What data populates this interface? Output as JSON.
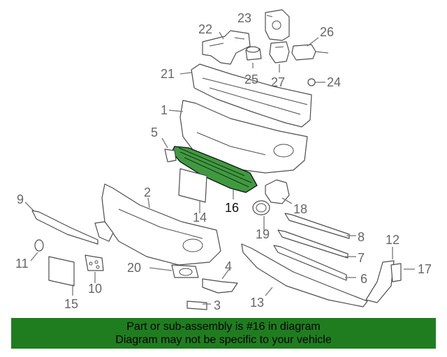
{
  "diagram": {
    "callouts": [
      "1",
      "2",
      "3",
      "4",
      "5",
      "6",
      "7",
      "8",
      "9",
      "10",
      "11",
      "12",
      "13",
      "14",
      "15",
      "16",
      "17",
      "18",
      "19",
      "20",
      "21",
      "22",
      "23",
      "24",
      "25",
      "26",
      "27"
    ],
    "highlighted_part": "16",
    "highlight_color": "#3f9a3f",
    "parts": [
      {
        "num": "1",
        "callout": "1"
      },
      {
        "num": "2",
        "callout": "2"
      },
      {
        "num": "3",
        "callout": "3"
      },
      {
        "num": "4",
        "callout": "4"
      },
      {
        "num": "5",
        "callout": "5"
      },
      {
        "num": "6",
        "callout": "6"
      },
      {
        "num": "7",
        "callout": "7"
      },
      {
        "num": "8",
        "callout": "8"
      },
      {
        "num": "9",
        "callout": "9"
      },
      {
        "num": "10",
        "callout": "10"
      },
      {
        "num": "11",
        "callout": "11"
      },
      {
        "num": "12",
        "callout": "12"
      },
      {
        "num": "13",
        "callout": "13"
      },
      {
        "num": "14",
        "callout": "14"
      },
      {
        "num": "15",
        "callout": "15"
      },
      {
        "num": "16",
        "callout": "16"
      },
      {
        "num": "17",
        "callout": "17"
      },
      {
        "num": "18",
        "callout": "18"
      },
      {
        "num": "19",
        "callout": "19"
      },
      {
        "num": "20",
        "callout": "20"
      },
      {
        "num": "21",
        "callout": "21"
      },
      {
        "num": "22",
        "callout": "22"
      },
      {
        "num": "23",
        "callout": "23"
      },
      {
        "num": "24",
        "callout": "24"
      },
      {
        "num": "25",
        "callout": "25"
      },
      {
        "num": "26",
        "callout": "26"
      },
      {
        "num": "27",
        "callout": "27"
      }
    ]
  },
  "banner": {
    "line1": "Part or sub-assembly is #16 in diagram",
    "line2": "Diagram may not be specific to your vehicle",
    "bg_color": "#1f7d1f"
  }
}
